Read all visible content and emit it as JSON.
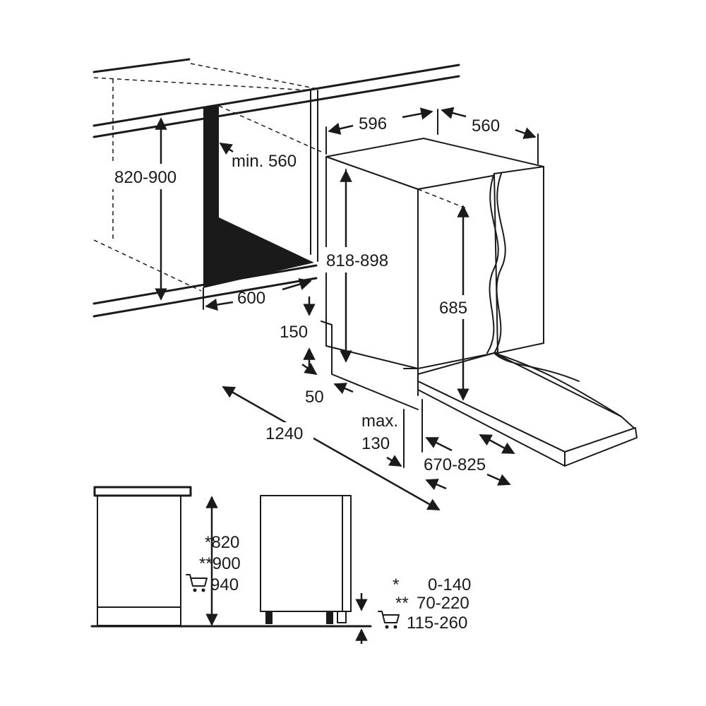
{
  "diagram": {
    "labels": {
      "cabinet_height": "820-900",
      "min_depth": "min. 560",
      "cabinet_width": "600",
      "appliance_height": "818-898",
      "appliance_width": "596",
      "appliance_depth": "560",
      "door_height": "685",
      "plinth_height": "150",
      "plinth_offset": "50",
      "door_open_depth": "1240",
      "max_label": "max.",
      "max_value": "130",
      "door_travel": "670-825",
      "side_h1": "*820",
      "side_h2": "**900",
      "side_h3": "940",
      "legend_1_mark": "*",
      "legend_1_value": "0-140",
      "legend_2_mark": "**",
      "legend_2_value": "70-220",
      "legend_3_value": "115-260"
    },
    "icons": [
      "cart-icon",
      "cart-icon"
    ]
  }
}
